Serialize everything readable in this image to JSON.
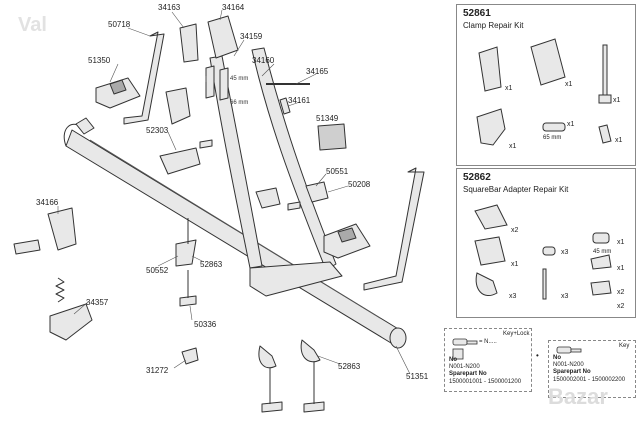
{
  "watermarks": {
    "top_left": "Val",
    "bottom_right": "Bazar"
  },
  "part_labels": {
    "p34163": "34163",
    "p34164": "34164",
    "p50718": "50718",
    "p34159": "34159",
    "p34160": "34160",
    "p51350": "51350",
    "p34165": "34165",
    "p34161": "34161",
    "p51349": "51349",
    "p52303": "52303",
    "p50551": "50551",
    "p50208": "50208",
    "p34166": "34166",
    "p50552": "50552",
    "p52863a": "52863",
    "p50336": "50336",
    "p34357": "34357",
    "p31272": "31272",
    "p52863b": "52863",
    "p51351": "51351"
  },
  "dims": {
    "d45": "45 mm",
    "d66": "66 mm"
  },
  "kit_52861": {
    "number": "52861",
    "title": "Clamp Repair Kit",
    "qty1": "x1",
    "qty2": "x1",
    "qty3": "x1",
    "qty4": "x1",
    "qty5": "x1",
    "qty6": "x1",
    "dim": "65 mm"
  },
  "kit_52862": {
    "number": "52862",
    "title": "SquareBar Adapter Repair Kit",
    "qa": "x2",
    "qb": "x1",
    "qc": "x1",
    "qd": "x3",
    "qe": "x1",
    "qf": "x3",
    "qg": "x3",
    "qh": "x2",
    "qi": "x2",
    "dim": "45 mm"
  },
  "key_left": {
    "header": "Key+Lock",
    "eq": "= N.....",
    "no_label": "No",
    "no_value": "N001-N200",
    "spare_label": "Sparepart No",
    "spare_value": "1500001001 - 1500001200"
  },
  "key_right": {
    "header": "Key",
    "no_label": "No",
    "no_value": "N001-N200",
    "spare_label": "Sparepart No",
    "spare_value": "1500002001 - 1500002200"
  },
  "colors": {
    "line": "#333333",
    "fill": "#e8e8e8",
    "dark": "#555555",
    "border": "#888888"
  }
}
